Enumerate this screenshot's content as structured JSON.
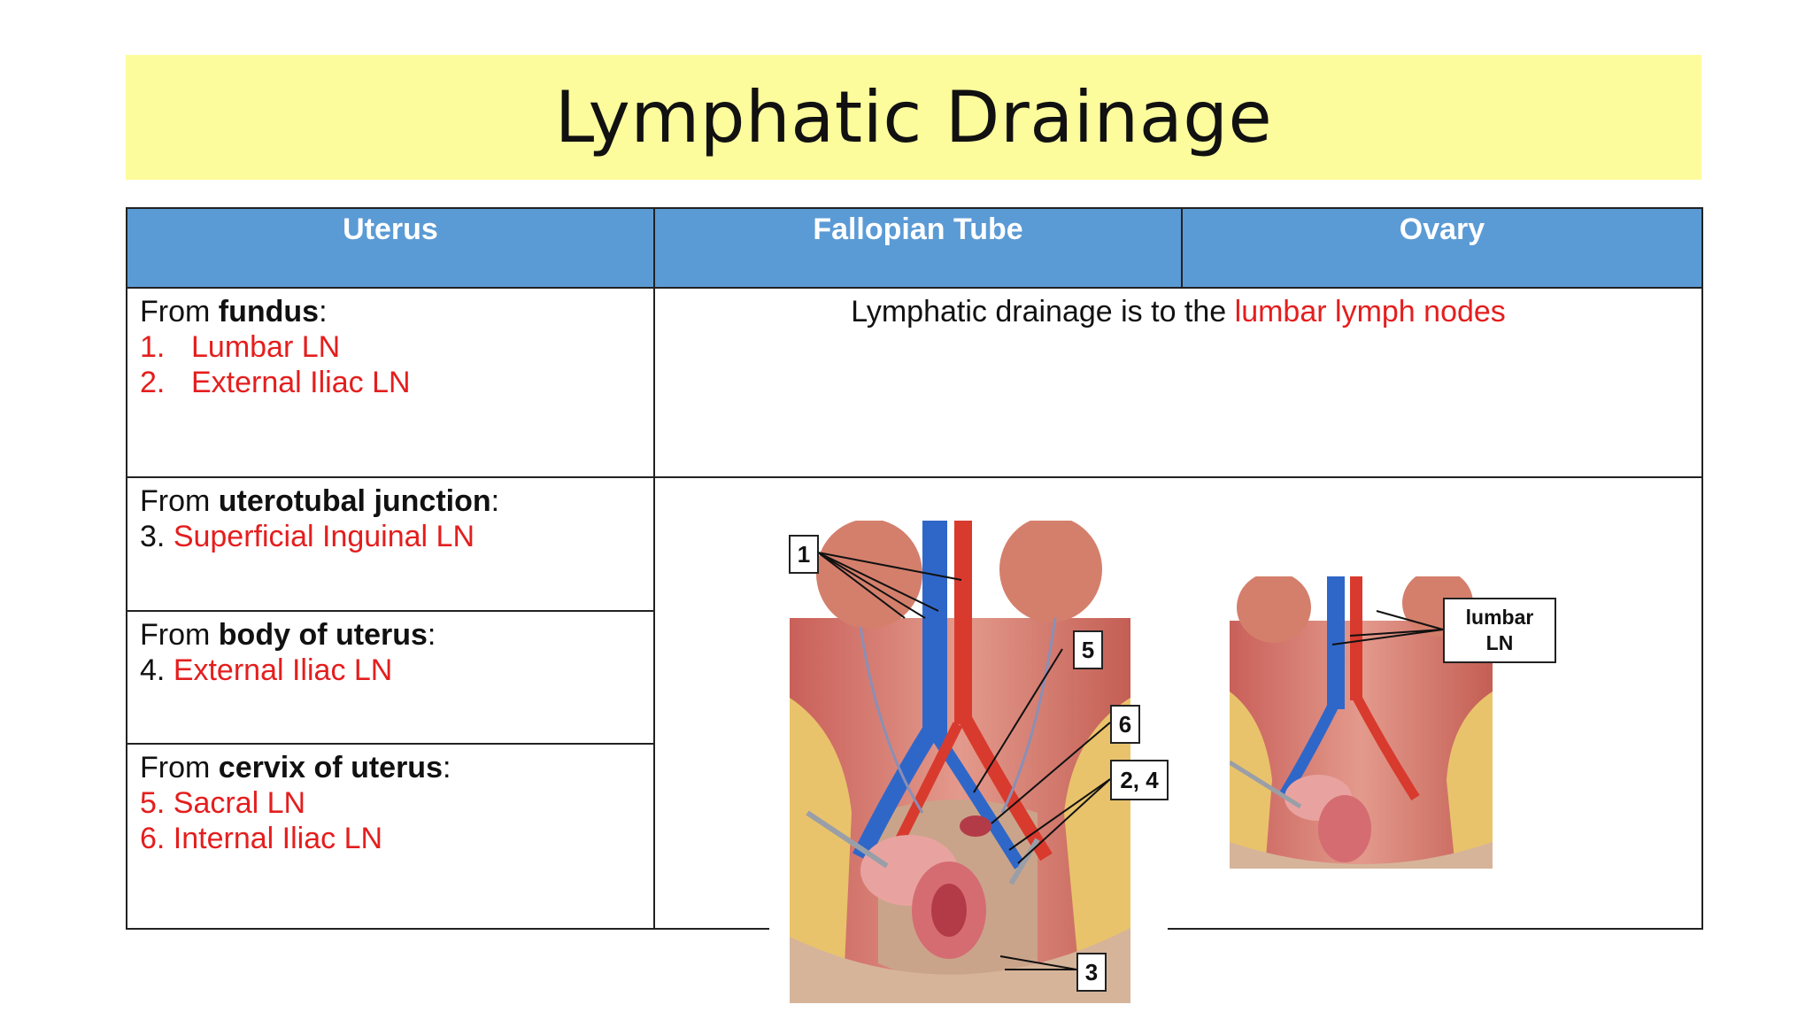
{
  "title": "Lymphatic Drainage",
  "table": {
    "headers": [
      "Uterus",
      "Fallopian Tube",
      "Ovary"
    ],
    "fundus": {
      "prefix": "From ",
      "bold": "fundus",
      "suffix": ":",
      "items": [
        {
          "num": "1.",
          "text": "Lumbar LN"
        },
        {
          "num": "2.",
          "text": "External Iliac LN"
        }
      ]
    },
    "tube_ovary_drainage": {
      "lead": "Lymphatic drainage is to the ",
      "highlight": "lumbar lymph nodes"
    },
    "uterotubal": {
      "prefix": "From ",
      "bold": "uterotubal junction",
      "suffix": ":",
      "num": "3. ",
      "text": "Superficial Inguinal LN"
    },
    "body": {
      "prefix": "From ",
      "bold": "body of uterus",
      "suffix": ":",
      "num": "4. ",
      "text": "External Iliac LN"
    },
    "cervix": {
      "prefix": "From ",
      "bold": "cervix of uterus",
      "suffix": ":",
      "items": [
        "5. Sacral LN",
        "6. Internal Iliac LN"
      ]
    }
  },
  "figure": {
    "labels": [
      "1",
      "5",
      "6",
      "2, 4",
      "3"
    ],
    "small_label_line1": "lumbar",
    "small_label_line2": "LN"
  },
  "colors": {
    "title_band": "#fdfc9c",
    "header": "#5b9bd5",
    "highlight_red": "#e41e1e"
  }
}
